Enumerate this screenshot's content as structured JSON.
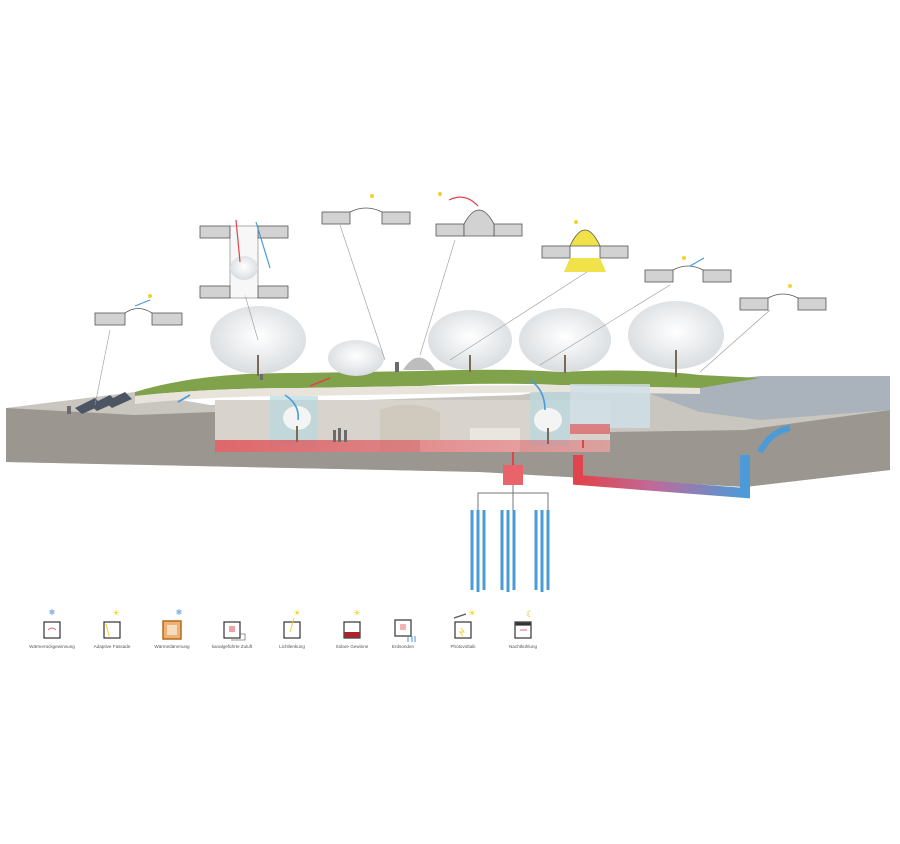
{
  "legend": {
    "items": [
      {
        "label": "Wärmerückgewinnung",
        "icon": "heat-recovery-icon",
        "accent": "#4a8fd6"
      },
      {
        "label": "Adaptive Fassade",
        "icon": "adaptive-facade-icon",
        "accent": "#f2d22e"
      },
      {
        "label": "Wärmedämmung",
        "icon": "thermal-insulation-icon",
        "accent": "#d2832f"
      },
      {
        "label": "kanalgeführte Zuluft",
        "icon": "ducted-supply-air-icon",
        "accent": "#e05a5a"
      },
      {
        "label": "Lichtlenkung",
        "icon": "light-guidance-icon",
        "accent": "#f2d22e"
      },
      {
        "label": "Solare Gewinne",
        "icon": "solar-gains-icon",
        "accent": "#b0202a"
      },
      {
        "label": "Erdsonden",
        "icon": "geothermal-probes-icon",
        "accent": "#4a8fd6"
      },
      {
        "label": "Photovoltaik",
        "icon": "photovoltaic-icon",
        "accent": "#f2d22e"
      },
      {
        "label": "Nachtkühlung",
        "icon": "night-cooling-icon",
        "accent": "#e8b020"
      }
    ]
  },
  "colors": {
    "ground": "#9b968f",
    "ground_top": "#c9c5bf",
    "roof_green": "#7fa24a",
    "warm": "#e0434a",
    "cool": "#4a9bd8",
    "sun": "#f2e24a"
  }
}
